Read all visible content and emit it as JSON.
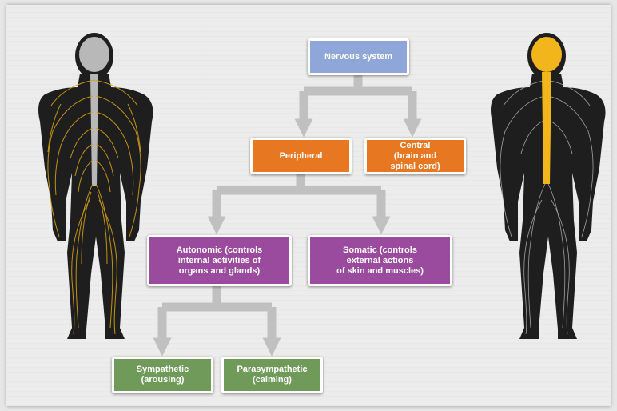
{
  "colors": {
    "root": "#8ea6d8",
    "division": "#e87722",
    "subdivision": "#9b4b9e",
    "branch": "#6f9a5a",
    "arrow": "#c0c0c0",
    "peripheral_nerves": "#d4a017",
    "central_highlight": "#f2b51c",
    "body": "#1e1e1e"
  },
  "diagram": {
    "root": {
      "label": "Nervous system"
    },
    "level1": [
      {
        "label": "Peripheral"
      },
      {
        "label": "Central\n(brain and\nspinal cord)"
      }
    ],
    "level2": [
      {
        "label": "Autonomic (controls\ninternal activities of\norgans and glands)"
      },
      {
        "label": "Somatic (controls\nexternal actions\nof skin and muscles)"
      }
    ],
    "level3": [
      {
        "label": "Sympathetic\n(arousing)"
      },
      {
        "label": "Parasympathetic\n(calming)"
      }
    ]
  },
  "figures": {
    "left": {
      "icon": "human-silhouette-peripheral-icon"
    },
    "right": {
      "icon": "human-silhouette-central-icon"
    }
  }
}
